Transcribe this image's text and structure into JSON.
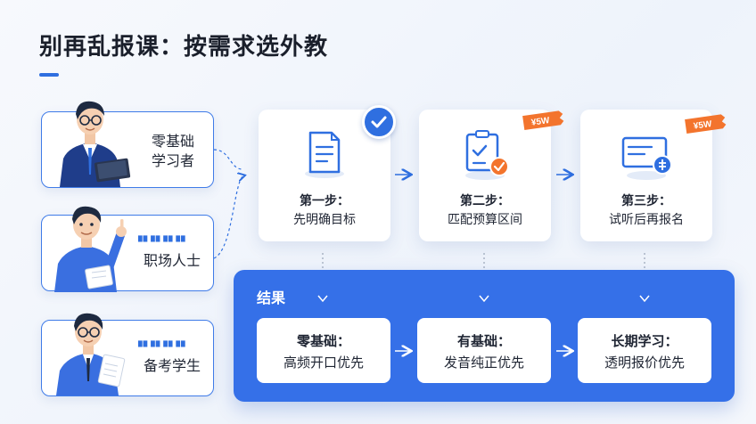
{
  "title": "别再乱报课：按需求选外教",
  "personas": [
    {
      "label_line1": "零基础",
      "label_line2": "学习者"
    },
    {
      "label": "职场人士",
      "tiny": "██ ██ ██ ██"
    },
    {
      "label": "备考学生",
      "tiny": "██ ██ ██ ██"
    }
  ],
  "steps": [
    {
      "title": "第一步：",
      "desc": "先明确目标",
      "icon": "document-icon",
      "badge": "check-icon"
    },
    {
      "title": "第二步：",
      "desc": "匹配预算区间",
      "icon": "checklist-icon",
      "tag": "¥5W"
    },
    {
      "title": "第三步：",
      "desc": "试听后再报名",
      "icon": "payment-card-icon",
      "tag": "¥5W"
    }
  ],
  "result": {
    "label": "结果",
    "cards": [
      {
        "title": "零基础：",
        "desc": "高频开口优先"
      },
      {
        "title": "有基础：",
        "desc": "发音纯正优先"
      },
      {
        "title": "长期学习：",
        "desc": "透明报价优先"
      }
    ]
  },
  "colors": {
    "accent": "#2f6fe0",
    "panel": "#3570e8",
    "tag": "#f3742d"
  }
}
